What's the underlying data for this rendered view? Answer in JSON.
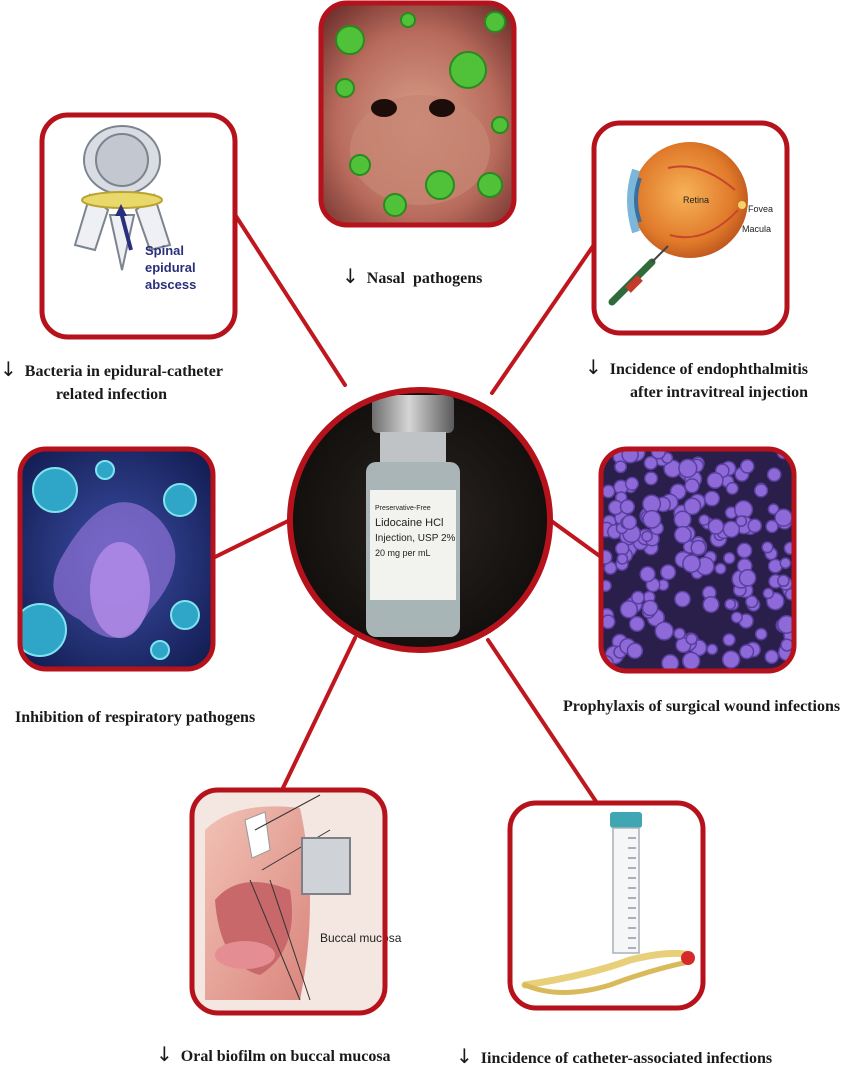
{
  "center": {
    "vial_text": [
      "Preservative-Free",
      "Lidocaine HCl",
      "Injection, USP 2%",
      "20 mg per mL"
    ]
  },
  "panels": {
    "nasal": {
      "caption_lines": [
        "Nasal  pathogens"
      ],
      "arrow": true,
      "icon": "virus-icon"
    },
    "epidural": {
      "caption_lines": [
        "Bacteria in epidural-catheter",
        "related infection"
      ],
      "arrow": true,
      "image_label_lines": [
        "Spinal",
        "epidural",
        "abscess"
      ]
    },
    "eye": {
      "caption_lines": [
        "Incidence of endophthalmitis",
        "after intravitreal injection"
      ],
      "arrow": true,
      "image_labels": {
        "retina": "Retina",
        "fovea": "Fovea",
        "macula": "Macula"
      }
    },
    "respiratory": {
      "caption_lines": [
        "Inhibition of respiratory pathogens"
      ],
      "arrow": false
    },
    "wound": {
      "caption_lines": [
        "Prophylaxis of surgical wound infections"
      ],
      "arrow": false
    },
    "oral": {
      "caption_lines": [
        "Oral biofilm on buccal mucosa"
      ],
      "arrow": true,
      "image_label": "Buccal mucosa"
    },
    "catheter": {
      "caption_lines": [
        "Iincidence of catheter-associated infections"
      ],
      "arrow": true
    }
  },
  "colors": {
    "frame": "#b5121b",
    "connector": "#c0161e",
    "text": "#1a1a1a"
  },
  "arrow_glyph": "↓"
}
